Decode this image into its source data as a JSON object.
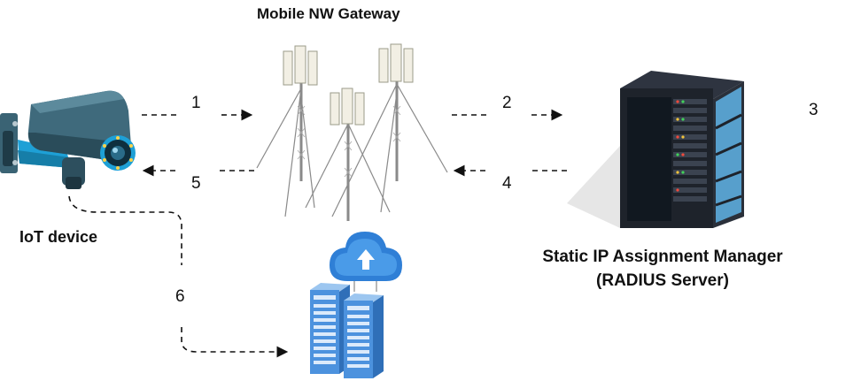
{
  "gateway_label": "Mobile NW Gateway",
  "iot_label": "IoT device",
  "server_label_line1": "Static IP Assignment Manager",
  "server_label_line2": "(RADIUS Server)",
  "steps": [
    "1",
    "2",
    "3",
    "4",
    "5",
    "6"
  ],
  "icons": {
    "camera": "security-camera-icon",
    "towers": "cell-tower-icon",
    "server": "server-rack-icon",
    "cloud": "cloud-upload-icon",
    "datacenter": "data-server-icon"
  },
  "colors": {
    "camera_body": "#2f5a6b",
    "camera_accent": "#1ea0d6",
    "rack": "#1e232b",
    "cloud": "#2f7fd6",
    "datacenter": "#4c92de"
  }
}
